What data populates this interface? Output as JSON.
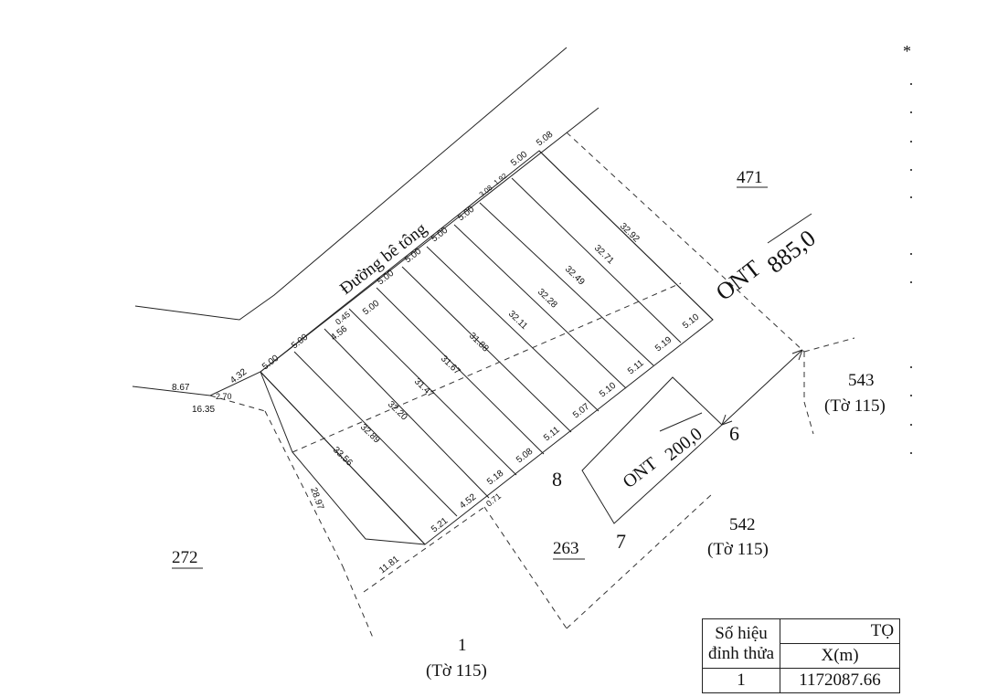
{
  "road_label": "Đường bê tông",
  "parcels": {
    "p471": "471",
    "p543": "543",
    "p543_sheet": "(Tờ 115)",
    "p542": "542",
    "p542_sheet": "(Tờ 115)",
    "p263": "263",
    "p272": "272",
    "p1": "1",
    "p1_sheet": "(Tờ 115)"
  },
  "main_plot": {
    "code": "ONT",
    "area": "885,0"
  },
  "inner_plot": {
    "code": "ONT",
    "area": "200,0"
  },
  "vertices": {
    "v6": "6",
    "v7": "7",
    "v8": "8"
  },
  "asterisk": "*",
  "dimensions": {
    "top_edge": [
      "5.08",
      "5.00",
      "1.92",
      "3.08",
      "5.00",
      "5.00",
      "5.00",
      "5.00",
      "0.45",
      "5.00",
      "5.00",
      "4.32"
    ],
    "left_edge": [
      "8.67",
      "2.70",
      "16.35",
      "28.97",
      "11.81"
    ],
    "second_row": [
      "4.56",
      "5.00"
    ],
    "bottom_row": [
      "5.10",
      "5.19",
      "5.11",
      "5.10",
      "5.07",
      "5.11",
      "5.08",
      "5.18",
      "4.52",
      "5.21",
      "0.71"
    ],
    "lengths": [
      "32.92",
      "32.71",
      "32.49",
      "32.28",
      "32.11",
      "31.88",
      "31.67",
      "31.47",
      "32.20",
      "32.89",
      "33.56"
    ]
  },
  "table": {
    "col1": "Số hiệu",
    "col1b": "đỉnh thửa",
    "col2": "TỌ",
    "x_head": "X(m)",
    "row1_id": "1",
    "row1_x": "1172087.66"
  }
}
